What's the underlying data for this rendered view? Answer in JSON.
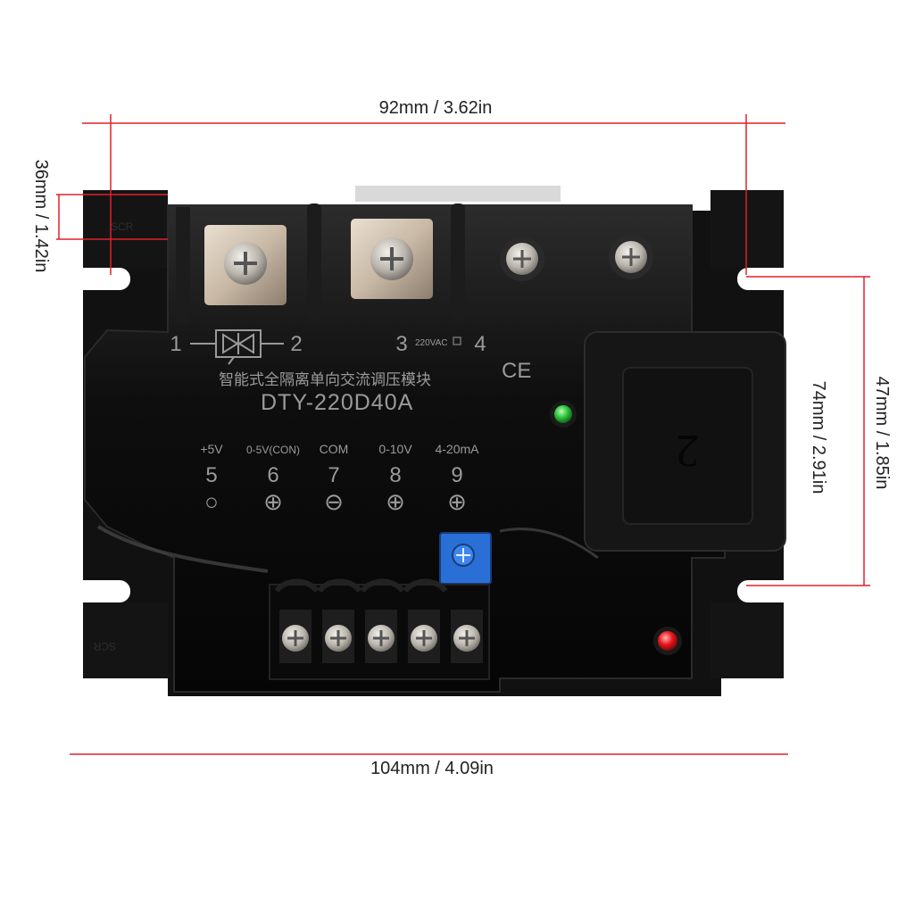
{
  "dimensions": {
    "width_top": "92mm / 3.62in",
    "width_bottom": "104mm / 4.09in",
    "height_left": "36mm / 1.42in",
    "height_right_inner": "74mm / 2.91in",
    "height_right_outer": "47mm / 1.85in",
    "line_color": "#e0202a"
  },
  "module": {
    "body_color": "#0d0d0d",
    "title_cn": "智能式全隔离单向交流调压模块",
    "model": "DTY-220D40A",
    "ce_mark": "CE",
    "voltage_label": "220VAC",
    "mount_marking": "SCR",
    "knob_digit": "2"
  },
  "power_terminals": [
    {
      "num": "1"
    },
    {
      "num": "2"
    },
    {
      "num": "3"
    },
    {
      "num": "4"
    }
  ],
  "control_terminals": [
    {
      "label": "+5V",
      "num": "5",
      "symbol": "○"
    },
    {
      "label": "0-5V(CON)",
      "num": "6",
      "symbol": "⊕"
    },
    {
      "label": "COM",
      "num": "7",
      "symbol": "⊖"
    },
    {
      "label": "0-10V",
      "num": "8",
      "symbol": "⊕"
    },
    {
      "label": "4-20mA",
      "num": "9",
      "symbol": "⊕"
    }
  ],
  "leds": {
    "green": "#2fc23a",
    "red": "#e8161b"
  }
}
